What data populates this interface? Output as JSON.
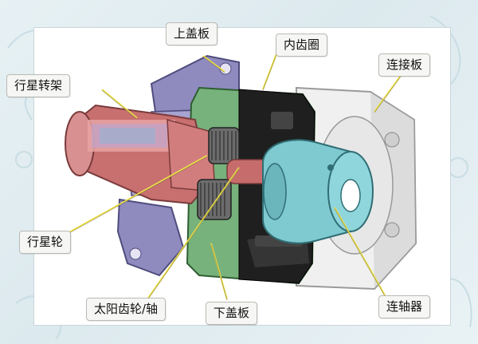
{
  "labels": {
    "top_cover": "上盖板",
    "inner_ring_gear": "内齿圈",
    "connecting_plate": "连接板",
    "planet_carrier": "行星转架",
    "planet_gear": "行星轮",
    "sun_gear_shaft": "太阳齿轮/轴",
    "bottom_cover": "下盖板",
    "coupling": "连轴器"
  },
  "colors": {
    "housing_purple": "#8f8bbf",
    "carrier_red": "#c86f6f",
    "ring_green": "#77b27c",
    "ring_black": "#1f1f1f",
    "coupling_cyan": "#7fc9d0",
    "plate_white": "#eeeeee",
    "leader_yellow": "#f2e34a"
  }
}
